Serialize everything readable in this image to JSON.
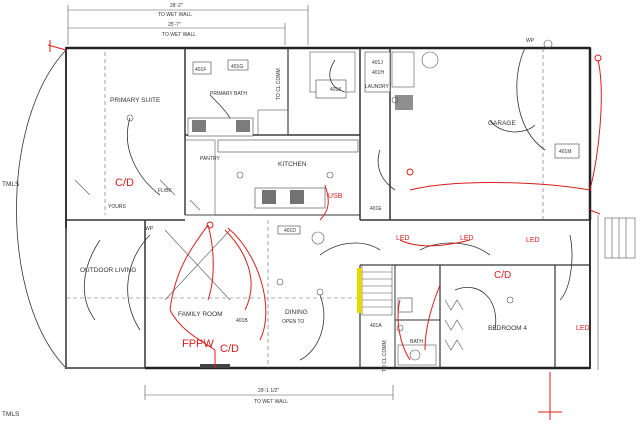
{
  "dimensions": {
    "top1": "28'-2\"",
    "top2": "25'-7\"",
    "top2_note": "TO WET WALL",
    "bottom": "29'-1 1/2\"",
    "bottom_note": "TO WET WALL",
    "top1_note": "TO WET WALL"
  },
  "rooms": {
    "primary_suite": "PRIMARY SUITE",
    "primary_bath": "PRIMARY BATH",
    "kitchen": "KITCHEN",
    "pantry": "PANTRY",
    "laundry": "LAUNDRY",
    "garage": "GARAGE",
    "outdoor_living": "OUTDOOR LIVING",
    "family_room": "FAMILY ROOM",
    "dining": "DINING",
    "dining_note": "OPEN TO",
    "bedroom4": "BEDROOM 4",
    "bath": "BATH",
    "to_cl_comm": "TO CL COMM",
    "to_cl_comm2": "TO CL COMM",
    "yours": "YOURS"
  },
  "annotations": {
    "cd1": "C/D",
    "cd2": "C/D",
    "cd3": "C/D",
    "usb": "USB",
    "fppw": "FPPW",
    "led1": "LED",
    "led2": "LED",
    "led3": "LED",
    "led4": "LED",
    "wp1": "WP",
    "wp2": "WP",
    "fl_bk": "FL/BK"
  },
  "side_text": {
    "left_top": "TMLS",
    "left_bottom": "TMLS"
  },
  "tags": {
    "t401f": "401F",
    "t401g": "401G",
    "t401h": "401H",
    "t401j": "401J",
    "t401m": "401M",
    "t401k": "401K",
    "t401a": "401A",
    "t401b": "401B",
    "t401d": "401D",
    "t401e": "401E"
  },
  "colors": {
    "wiring": "#d81e1e",
    "lines": "#333333"
  }
}
